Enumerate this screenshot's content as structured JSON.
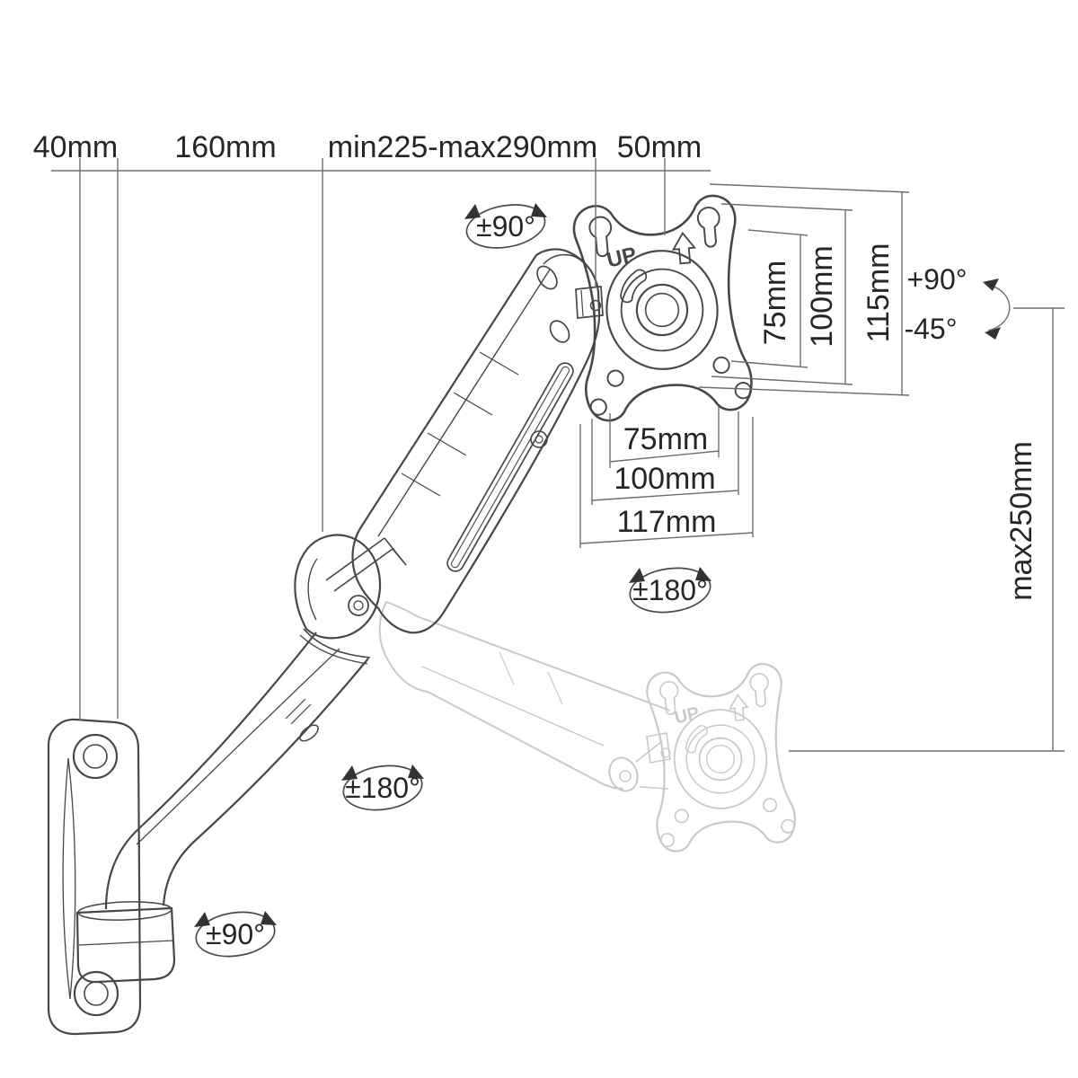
{
  "diagram": {
    "description": "Technical dimension line drawing of a gas-spring monitor wall mount arm with VESA plate, shown in raised and lowered (ghost) positions",
    "background": "#ffffff",
    "colors": {
      "ink": "#474747",
      "ghost": "#c9c9c9",
      "dimension_line": "#6e6e6e",
      "text": "#262626"
    },
    "top_dims": {
      "wall_offset": "40mm",
      "bracket_arm": "160mm",
      "arm_reach": "min225-max290mm",
      "head": "50mm"
    },
    "vesa_vertical": {
      "v75": "75mm",
      "v100": "100mm",
      "v115": "115mm"
    },
    "tilt": {
      "up": "+90°",
      "down": "-45°"
    },
    "height_range": "max250mm",
    "vesa_horizontal": {
      "h75": "75mm",
      "h100": "100mm",
      "h117": "117mm"
    },
    "rotation": {
      "head_swivel": "±90°",
      "vesa_rotate": "±180°",
      "arm_swivel": "±180°",
      "wall_swivel": "±90°"
    },
    "plate": {
      "up": "UP"
    }
  }
}
